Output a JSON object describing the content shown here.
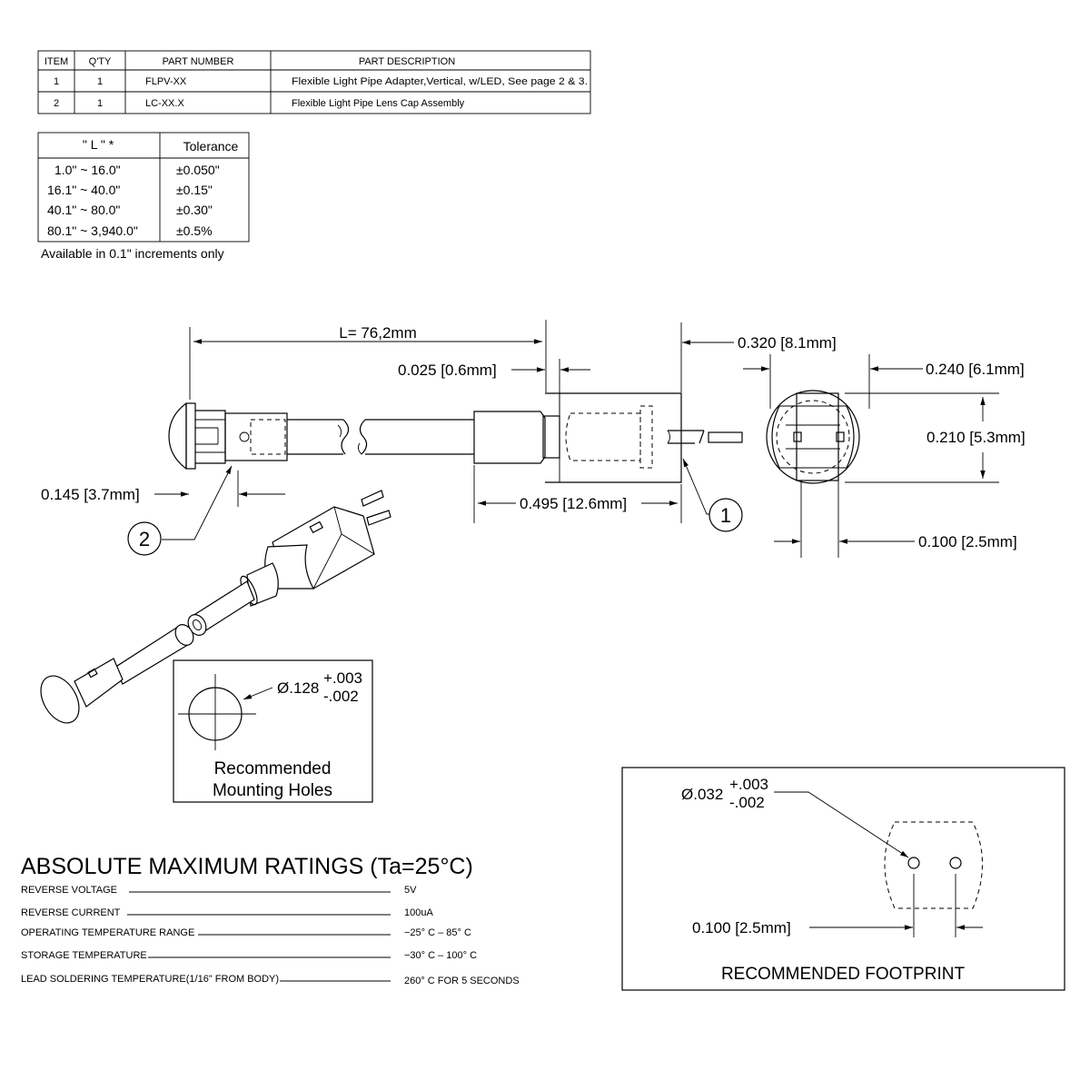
{
  "parts_table": {
    "headers": [
      "ITEM",
      "Q'TY",
      "PART NUMBER",
      "PART DESCRIPTION"
    ],
    "rows": [
      [
        "1",
        "1",
        "FLPV-XX",
        "Flexible Light Pipe Adapter,Vertical, w/LED, See page 2 & 3."
      ],
      [
        "2",
        "1",
        "LC-XX.X",
        "Flexible Light Pipe Lens Cap Assembly"
      ]
    ]
  },
  "tolerance_table": {
    "headers": [
      "\" L \" *",
      "Tolerance"
    ],
    "rows": [
      [
        "1.0\" ~ 16.0\"",
        "±0.050\""
      ],
      [
        "16.1\" ~ 40.0\"",
        "±0.15\""
      ],
      [
        "40.1\" ~ 80.0\"",
        "±0.30\""
      ],
      [
        "80.1\" ~ 3,940.0\"",
        "±0.5%"
      ]
    ],
    "note": "Available in 0.1\" increments only"
  },
  "dimensions": {
    "length": "L= 76,2mm",
    "d_0025": "0.025 [0.6mm]",
    "d_0320": "0.320 [8.1mm]",
    "d_0240": "0.240 [6.1mm]",
    "d_0210": "0.210 [5.3mm]",
    "d_0145": "0.145 [3.7mm]",
    "d_0495": "0.495 [12.6mm]",
    "d_0100_side": "0.100 [2.5mm]",
    "d_0100_footprint": "0.100 [2.5mm]"
  },
  "balloons": {
    "item1": "1",
    "item2": "2"
  },
  "mounting_hole": {
    "dia": "Ø.128",
    "tol_plus": "+.003",
    "tol_minus": "-.002",
    "caption_line1": "Recommended",
    "caption_line2": "Mounting Holes"
  },
  "footprint": {
    "dia": "Ø.032",
    "tol_plus": "+.003",
    "tol_minus": "-.002",
    "caption": "RECOMMENDED FOOTPRINT"
  },
  "ratings": {
    "title": "ABSOLUTE MAXIMUM RATINGS (Ta=25°C)",
    "rows": [
      {
        "label": "REVERSE VOLTAGE",
        "value": "5V"
      },
      {
        "label": "REVERSE CURRENT",
        "value": "100uA"
      },
      {
        "label": "OPERATING TEMPERATURE RANGE",
        "value": "−25° C  –  85° C"
      },
      {
        "label": "STORAGE TEMPERATURE",
        "value": "−30° C  –  100° C"
      },
      {
        "label": "LEAD SOLDERING TEMPERATURE(1/16\" FROM BODY)",
        "value": "260° C  FOR  5  SECONDS"
      }
    ]
  }
}
